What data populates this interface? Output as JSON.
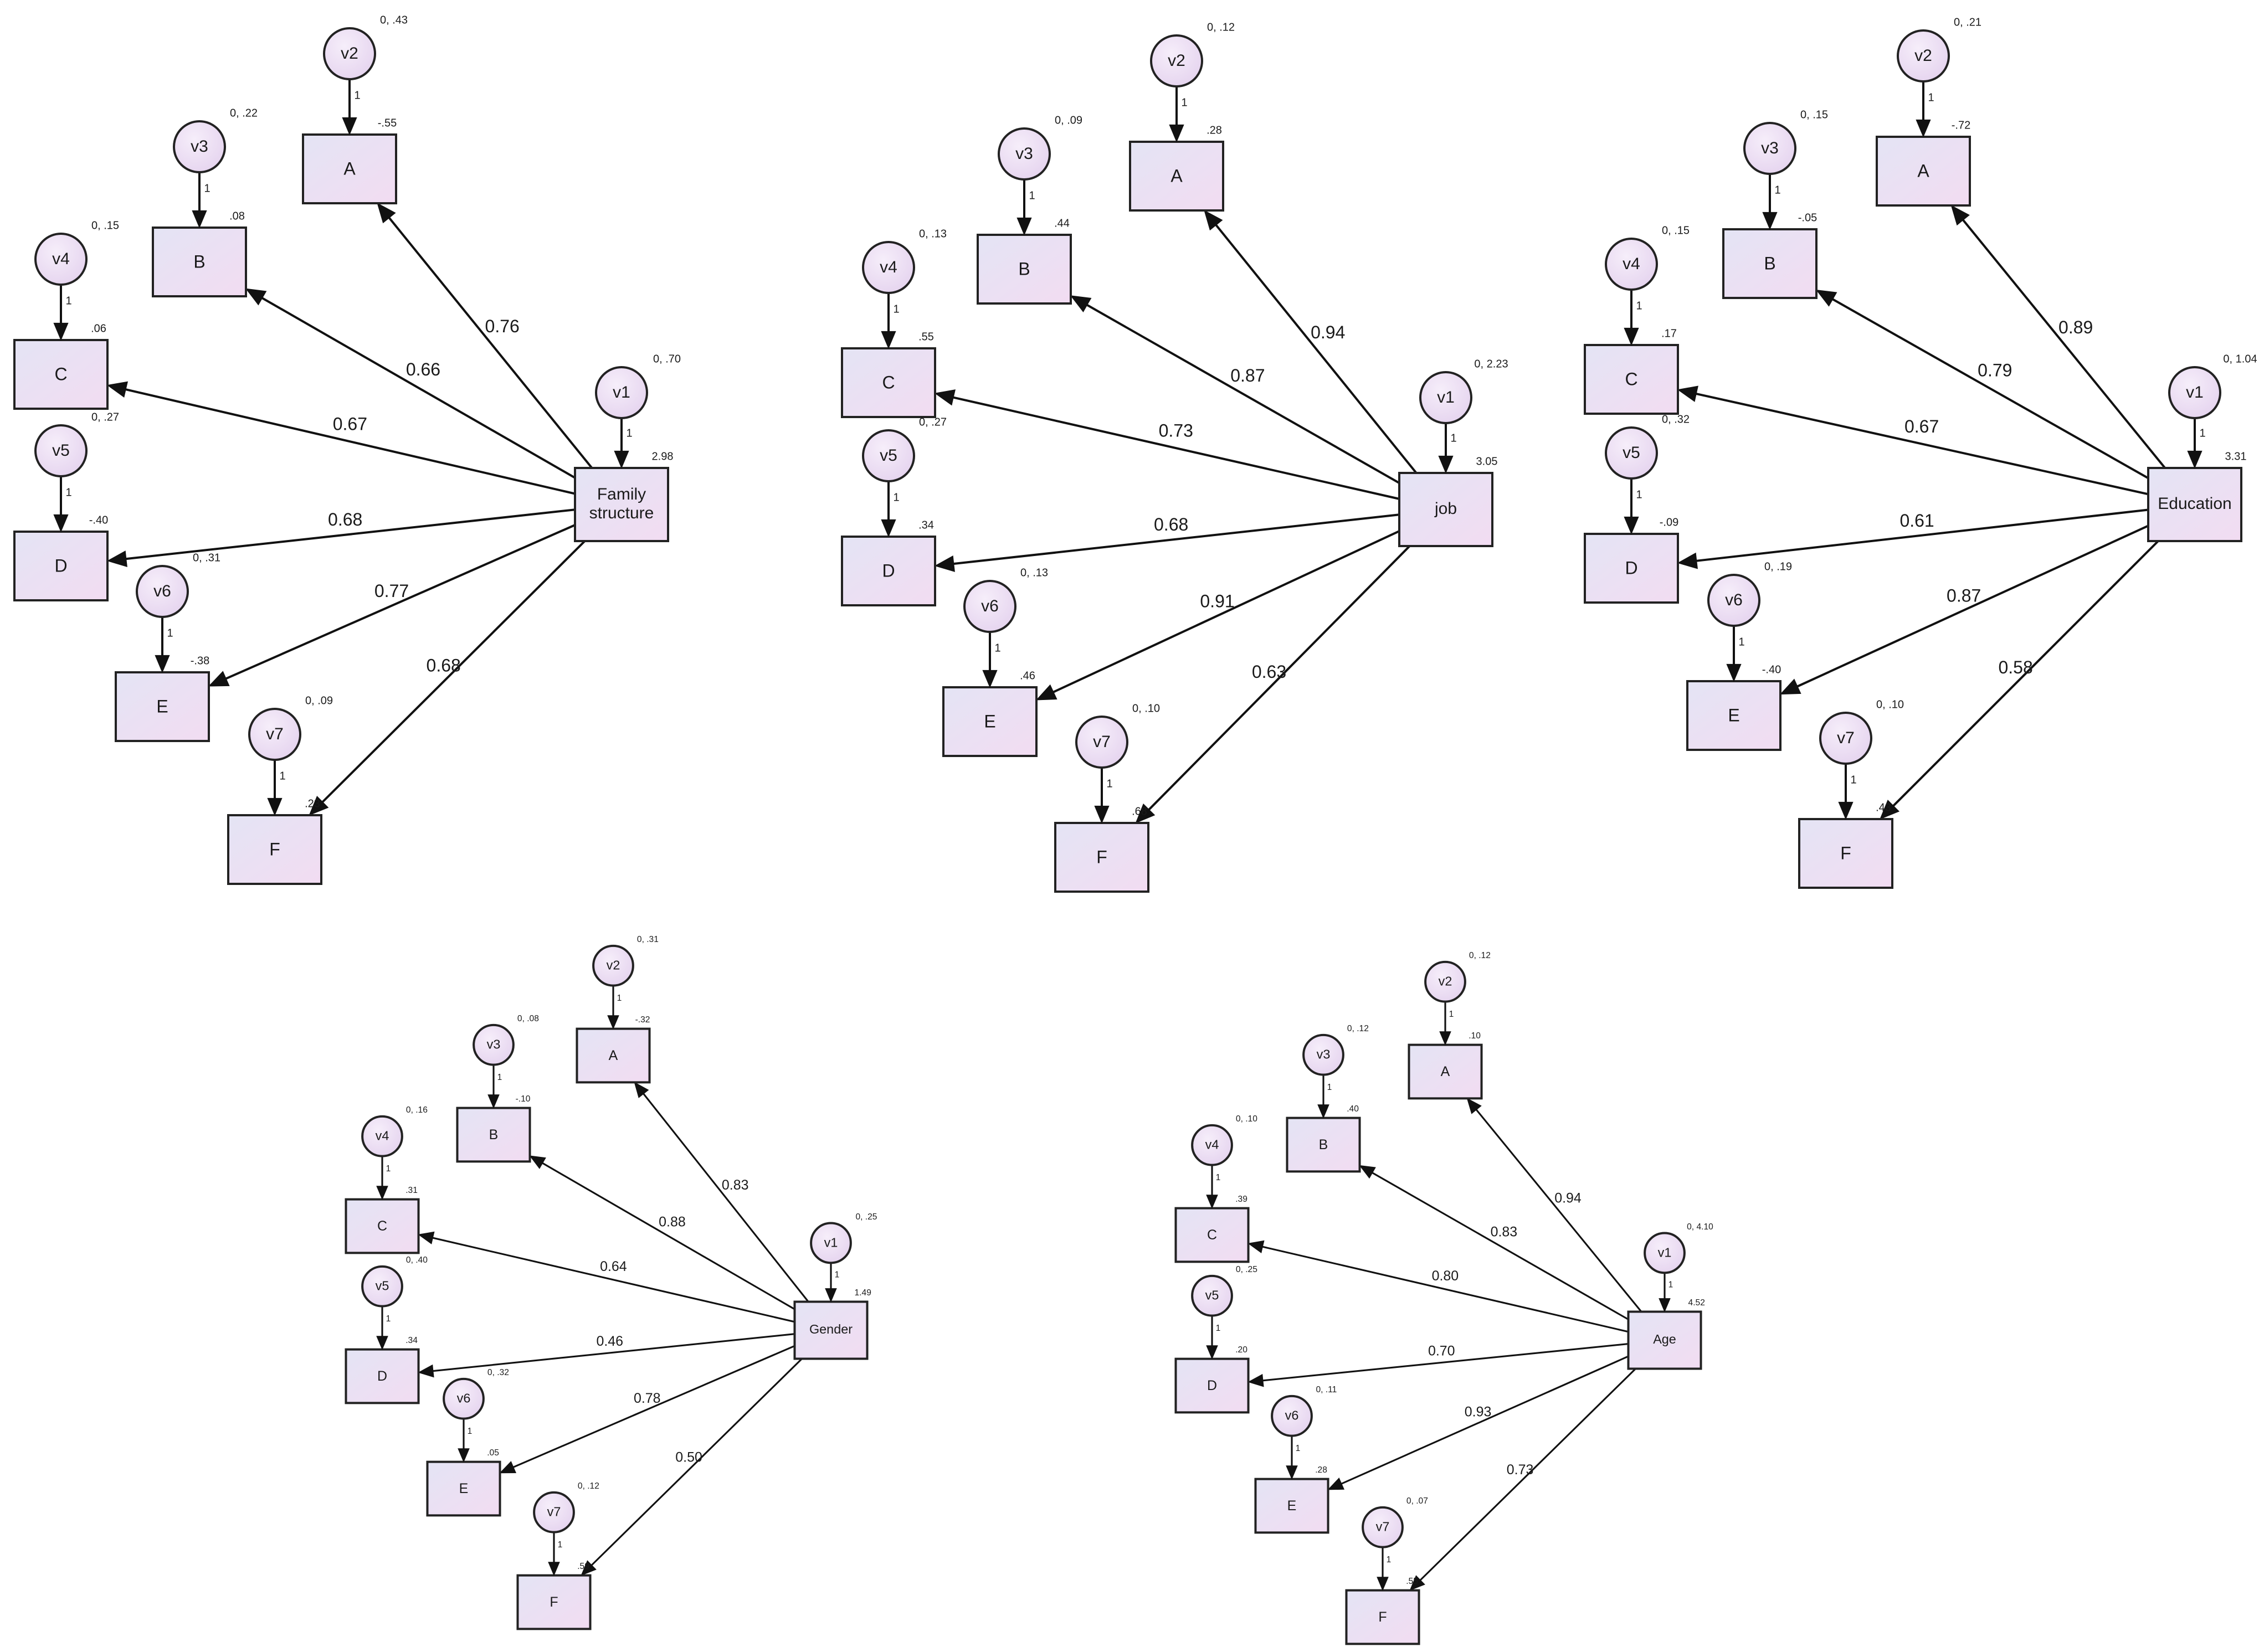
{
  "colors": {
    "box_fill_top": "#e4e4f4",
    "box_fill_bottom": "#f2dcf2",
    "circle_fill": "#ecdcf2",
    "stroke": "#222222"
  },
  "diagrams": [
    {
      "id": "family",
      "latent": {
        "label": [
          "Family",
          "structure"
        ],
        "mean": "2.98",
        "error": {
          "name": "v1",
          "stats": "0, .70",
          "path": "1"
        }
      },
      "indicators": [
        {
          "label": "A",
          "mean": "-.55",
          "loading": "0.76",
          "error": {
            "name": "v2",
            "stats": "0, .43",
            "path": "1"
          }
        },
        {
          "label": "B",
          "mean": ".08",
          "loading": "0.66",
          "error": {
            "name": "v3",
            "stats": "0, .22",
            "path": "1"
          }
        },
        {
          "label": "C",
          "mean": ".06",
          "loading": "0.67",
          "error": {
            "name": "v4",
            "stats": "0, .15",
            "path": "1"
          }
        },
        {
          "label": "D",
          "mean": "-.40",
          "loading": "0.68",
          "error": {
            "name": "v5",
            "stats": "0, .27",
            "path": "1"
          }
        },
        {
          "label": "E",
          "mean": "-.38",
          "loading": "0.77",
          "error": {
            "name": "v6",
            "stats": "0, .31",
            "path": "1"
          }
        },
        {
          "label": "F",
          "mean": ".23",
          "loading": "0.68",
          "error": {
            "name": "v7",
            "stats": "0, .09",
            "path": "1"
          }
        }
      ]
    },
    {
      "id": "job",
      "latent": {
        "label": [
          "job"
        ],
        "mean": "3.05",
        "error": {
          "name": "v1",
          "stats": "0, 2.23",
          "path": "1"
        }
      },
      "indicators": [
        {
          "label": "A",
          "mean": ".28",
          "loading": "0.94",
          "error": {
            "name": "v2",
            "stats": "0, .12",
            "path": "1"
          }
        },
        {
          "label": "B",
          "mean": ".44",
          "loading": "0.87",
          "error": {
            "name": "v3",
            "stats": "0, .09",
            "path": "1"
          }
        },
        {
          "label": "C",
          "mean": ".55",
          "loading": "0.73",
          "error": {
            "name": "v4",
            "stats": "0, .13",
            "path": "1"
          }
        },
        {
          "label": "D",
          "mean": ".34",
          "loading": "0.68",
          "error": {
            "name": "v5",
            "stats": "0, .27",
            "path": "1"
          }
        },
        {
          "label": "E",
          "mean": ".46",
          "loading": "0.91",
          "error": {
            "name": "v6",
            "stats": "0, .13",
            "path": "1"
          }
        },
        {
          "label": "F",
          "mean": ".68",
          "loading": "0.63",
          "error": {
            "name": "v7",
            "stats": "0, .10",
            "path": "1"
          }
        }
      ]
    },
    {
      "id": "education",
      "latent": {
        "label": [
          "Education"
        ],
        "mean": "3.31",
        "error": {
          "name": "v1",
          "stats": "0, 1.04",
          "path": "1"
        }
      },
      "indicators": [
        {
          "label": "A",
          "mean": "-.72",
          "loading": "0.89",
          "error": {
            "name": "v2",
            "stats": "0, .21",
            "path": "1"
          }
        },
        {
          "label": "B",
          "mean": "-.05",
          "loading": "0.79",
          "error": {
            "name": "v3",
            "stats": "0, .15",
            "path": "1"
          }
        },
        {
          "label": "C",
          "mean": ".17",
          "loading": "0.67",
          "error": {
            "name": "v4",
            "stats": "0, .15",
            "path": "1"
          }
        },
        {
          "label": "D",
          "mean": "-.09",
          "loading": "0.61",
          "error": {
            "name": "v5",
            "stats": "0, .32",
            "path": "1"
          }
        },
        {
          "label": "E",
          "mean": "-.40",
          "loading": "0.87",
          "error": {
            "name": "v6",
            "stats": "0, .19",
            "path": "1"
          }
        },
        {
          "label": "F",
          "mean": ".43",
          "loading": "0.58",
          "error": {
            "name": "v7",
            "stats": "0, .10",
            "path": "1"
          }
        }
      ]
    },
    {
      "id": "gender",
      "latent": {
        "label": [
          "Gender"
        ],
        "mean": "1.49",
        "error": {
          "name": "v1",
          "stats": "0, .25",
          "path": "1"
        }
      },
      "indicators": [
        {
          "label": "A",
          "mean": "-.32",
          "loading": "0.83",
          "error": {
            "name": "v2",
            "stats": "0, .31",
            "path": "1"
          }
        },
        {
          "label": "B",
          "mean": "-.10",
          "loading": "0.88",
          "error": {
            "name": "v3",
            "stats": "0, .08",
            "path": "1"
          }
        },
        {
          "label": "C",
          "mean": ".31",
          "loading": "0.64",
          "error": {
            "name": "v4",
            "stats": "0, .16",
            "path": "1"
          }
        },
        {
          "label": "D",
          "mean": ".34",
          "loading": "0.46",
          "error": {
            "name": "v5",
            "stats": "0, .40",
            "path": "1"
          }
        },
        {
          "label": "E",
          "mean": ".05",
          "loading": "0.78",
          "error": {
            "name": "v6",
            "stats": "0, .32",
            "path": "1"
          }
        },
        {
          "label": "F",
          "mean": ".59",
          "loading": "0.50",
          "error": {
            "name": "v7",
            "stats": "0, .12",
            "path": "1"
          }
        }
      ]
    },
    {
      "id": "age",
      "latent": {
        "label": [
          "Age"
        ],
        "mean": "4.52",
        "error": {
          "name": "v1",
          "stats": "0, 4.10",
          "path": "1"
        }
      },
      "indicators": [
        {
          "label": "A",
          "mean": ".10",
          "loading": "0.94",
          "error": {
            "name": "v2",
            "stats": "0, .12",
            "path": "1"
          }
        },
        {
          "label": "B",
          "mean": ".40",
          "loading": "0.83",
          "error": {
            "name": "v3",
            "stats": "0, .12",
            "path": "1"
          }
        },
        {
          "label": "C",
          "mean": ".39",
          "loading": "0.80",
          "error": {
            "name": "v4",
            "stats": "0, .10",
            "path": "1"
          }
        },
        {
          "label": "D",
          "mean": ".20",
          "loading": "0.70",
          "error": {
            "name": "v5",
            "stats": "0, .25",
            "path": "1"
          }
        },
        {
          "label": "E",
          "mean": ".28",
          "loading": "0.93",
          "error": {
            "name": "v6",
            "stats": "0, .11",
            "path": "1"
          }
        },
        {
          "label": "F",
          "mean": ".55",
          "loading": "0.73",
          "error": {
            "name": "v7",
            "stats": "0, .07",
            "path": "1"
          }
        }
      ]
    }
  ]
}
